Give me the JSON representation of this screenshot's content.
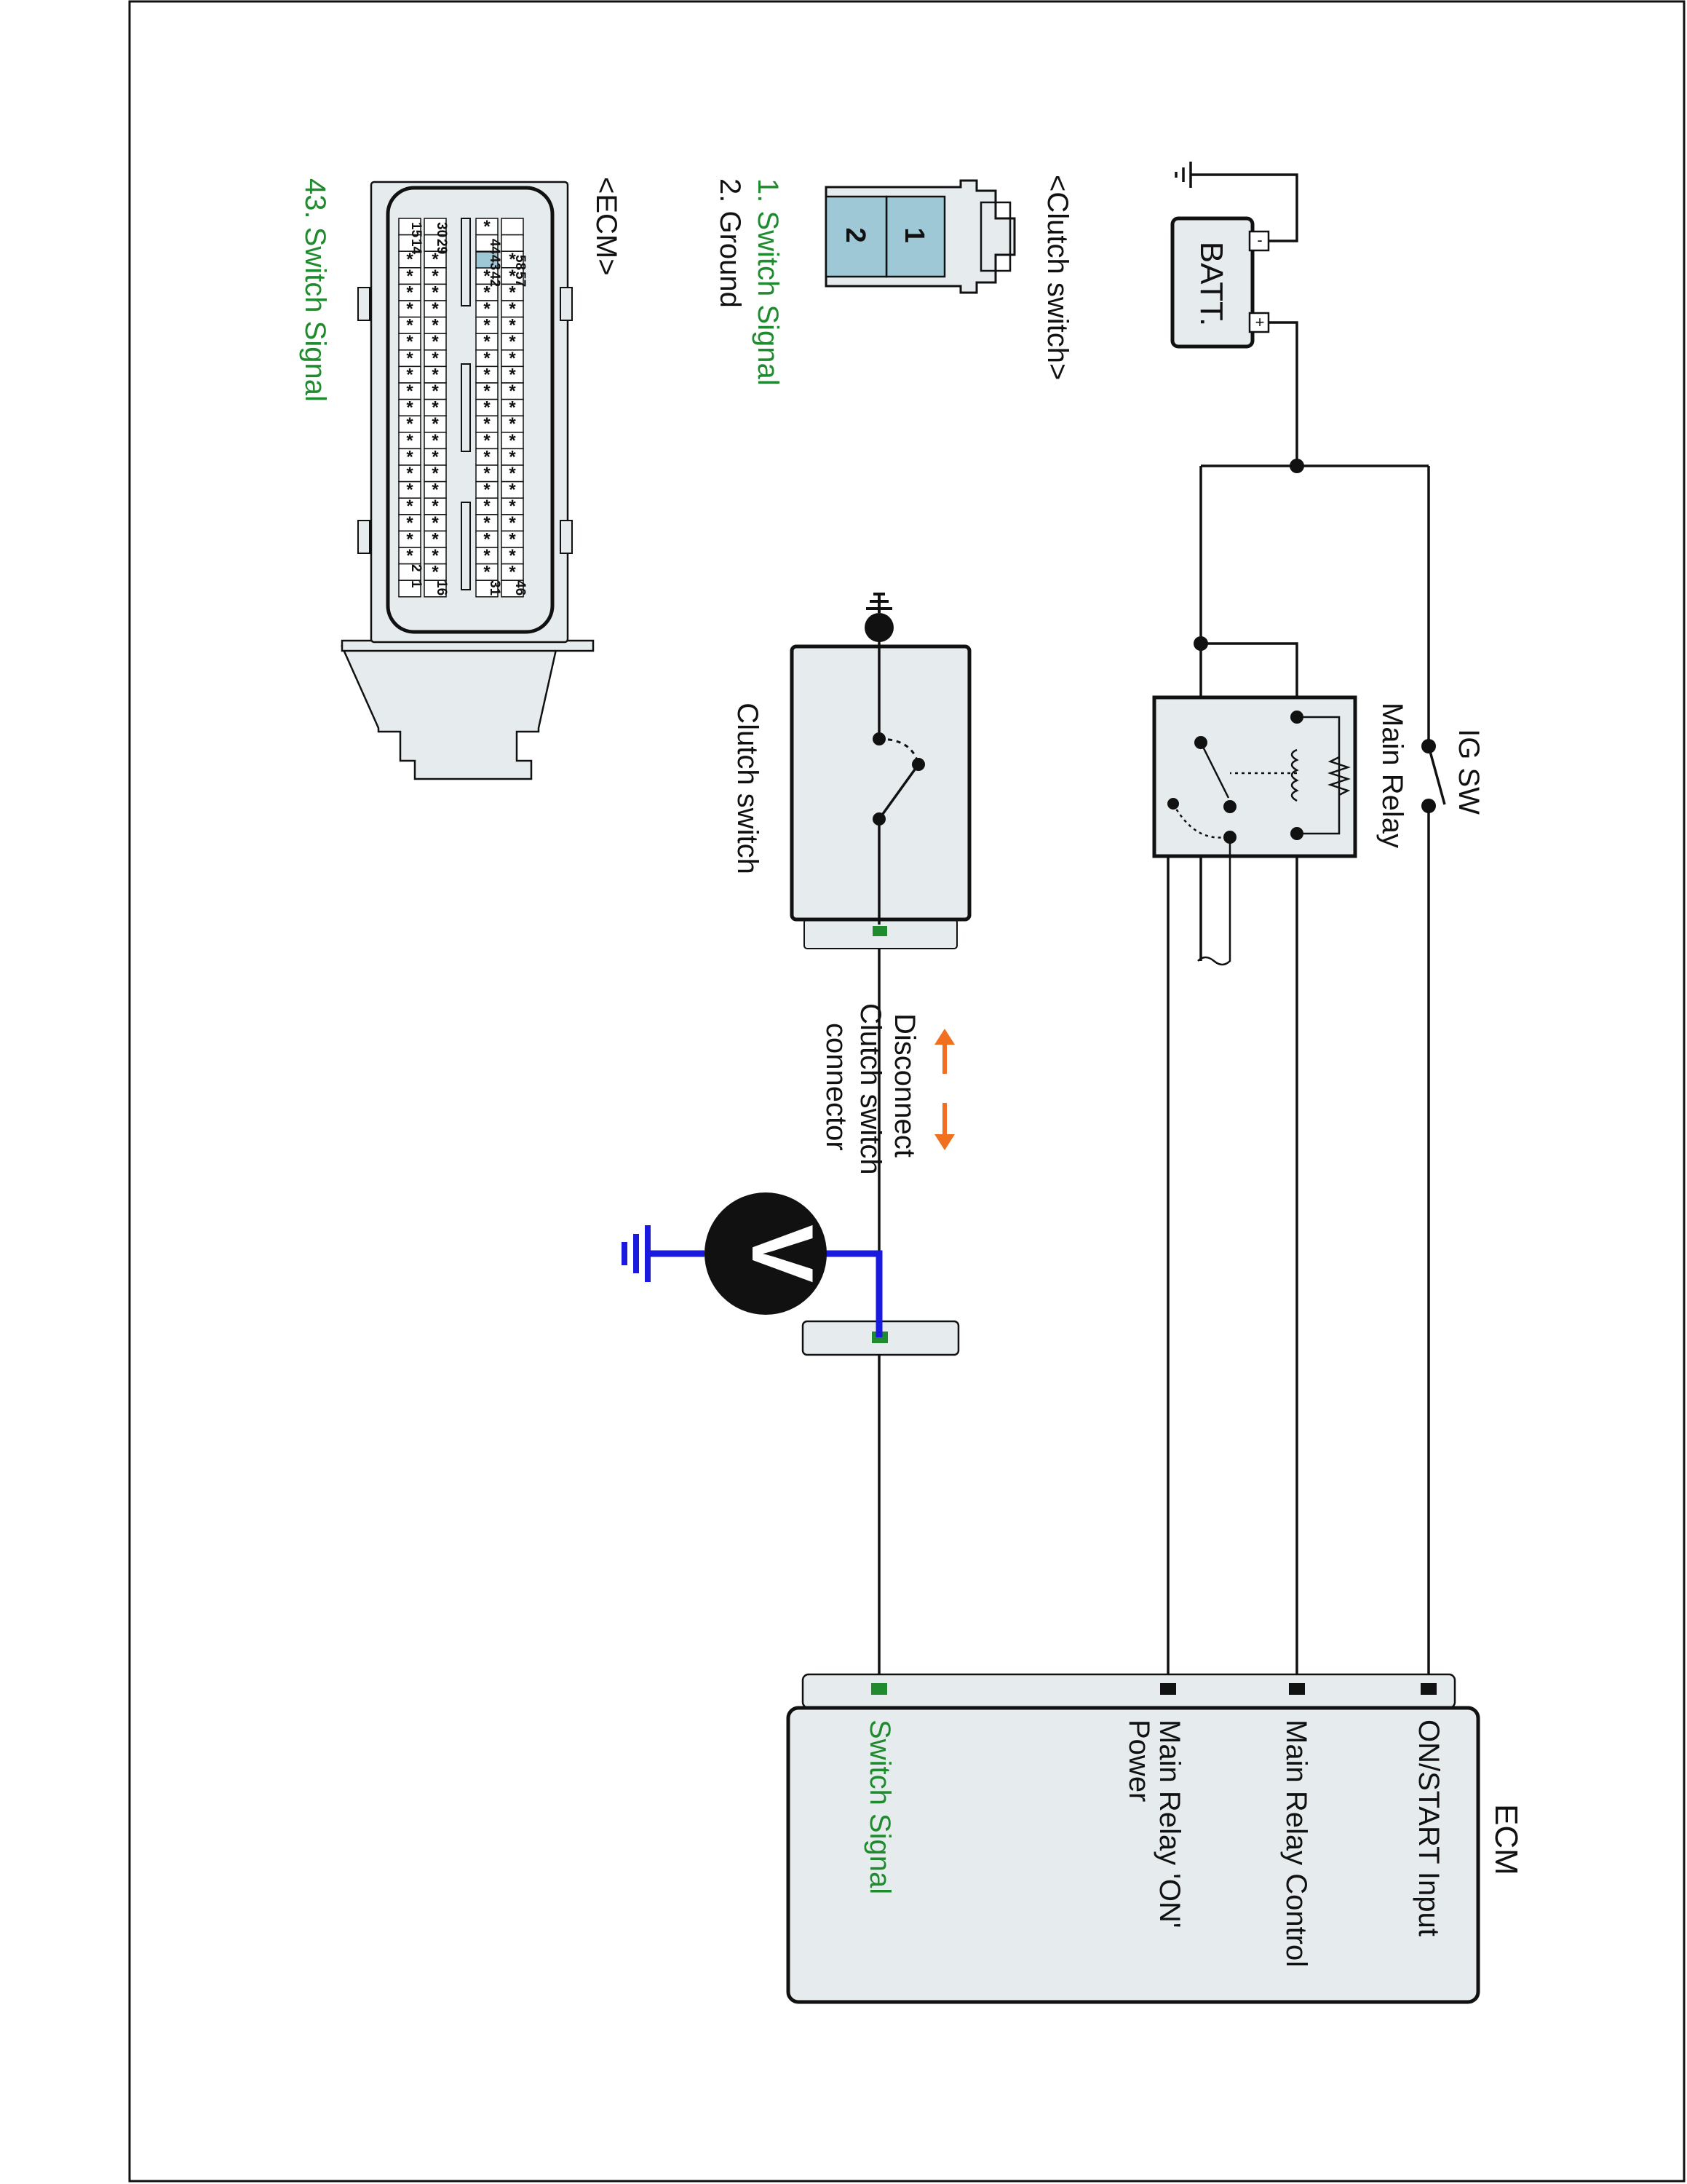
{
  "components": {
    "battery": "BATT.",
    "ig_switch": "IG SW",
    "main_relay": "Main Relay",
    "clutch_switch": "Clutch switch",
    "ecm": "ECM"
  },
  "ecm_pins": [
    "ON/START Input",
    "Main Relay Control",
    "Main Relay 'ON' Power",
    "Switch Signal"
  ],
  "disconnect_note": [
    "Disconnect",
    "Clutch switch",
    "connector"
  ],
  "clutch_connector": {
    "title": "<Clutch switch>",
    "pin_labels": [
      "1",
      "2"
    ],
    "pins": [
      "1. Switch Signal",
      "2. Ground"
    ]
  },
  "ecm_connector": {
    "title": "<ECM>",
    "pin_numbers": [
      "58",
      "57",
      "44",
      "43",
      "42",
      "46",
      "31",
      "30",
      "29",
      "15",
      "14",
      "16",
      "2",
      "1"
    ],
    "pin": "43. Switch Signal"
  },
  "meter_symbol": "V",
  "colors": {
    "signal_green": "#1f8a2e",
    "meter_blue": "#1a1adf",
    "arrow_orange": "#f07020",
    "component_fill": "#e6eced",
    "highlight_pin": "#9ec8d6"
  }
}
